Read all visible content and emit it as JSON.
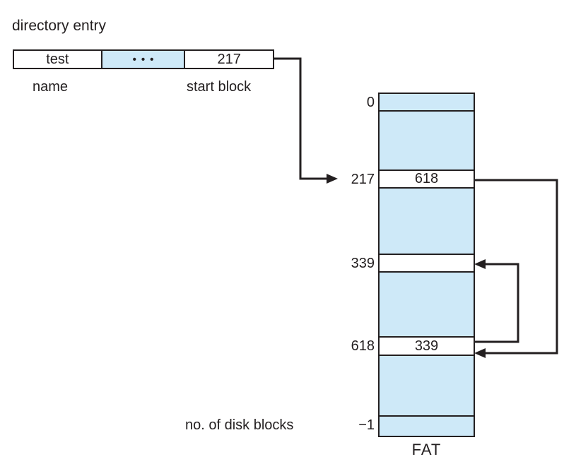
{
  "diagram": {
    "title": "directory entry",
    "directory_entry": {
      "name_value": "test",
      "dots": "•••",
      "start_block_value": "217",
      "name_label": "name",
      "start_block_label": "start block"
    },
    "fat": {
      "label": "FAT",
      "side_label": "no. of disk blocks",
      "rows": [
        {
          "index_label": "0",
          "value": ""
        },
        {
          "index_label": "217",
          "value": "618"
        },
        {
          "index_label": "339",
          "value": ""
        },
        {
          "index_label": "618",
          "value": "339"
        },
        {
          "index_label": "−1",
          "value": ""
        }
      ]
    },
    "colors": {
      "cell_blue": "#cee9f8",
      "stroke": "#231f20",
      "background": "#ffffff"
    }
  }
}
